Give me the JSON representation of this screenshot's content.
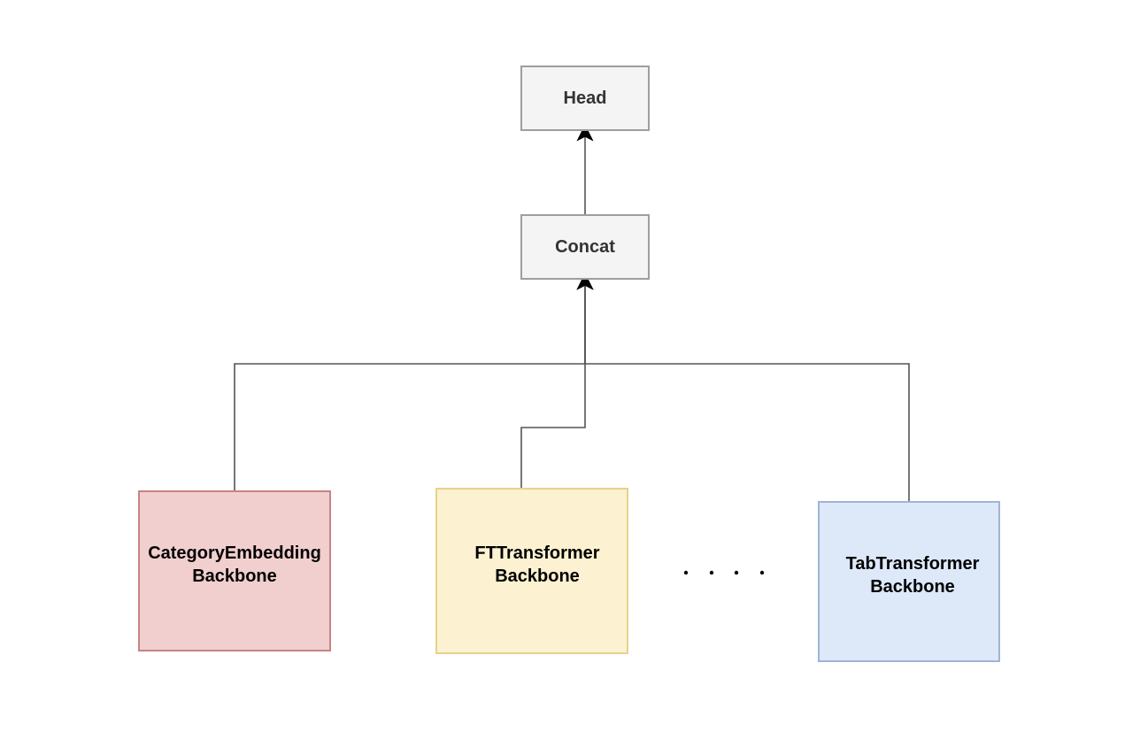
{
  "nodes": {
    "head": {
      "label": "Head"
    },
    "concat": {
      "label": "Concat"
    },
    "category_embedding": {
      "line1": "CategoryEmbedding",
      "line2": "Backbone"
    },
    "ft_transformer": {
      "line1": "FTTransformer",
      "line2": "Backbone"
    },
    "tab_transformer": {
      "line1": "TabTransformer",
      "line2": "Backbone"
    }
  },
  "edges": [
    {
      "from": "concat",
      "to": "head"
    },
    {
      "from": "category_embedding",
      "to": "concat"
    },
    {
      "from": "ft_transformer",
      "to": "concat"
    },
    {
      "from": "tab_transformer",
      "to": "concat"
    }
  ],
  "colors": {
    "gray_fill": "#f4f4f4",
    "gray_stroke": "#9e9e9e",
    "red_fill": "#f2cfcf",
    "red_stroke": "#c98383",
    "yellow_fill": "#fcf1d0",
    "yellow_stroke": "#e6d38a",
    "blue_fill": "#dde8f9",
    "blue_stroke": "#9fb4d8",
    "connector": "#555555"
  }
}
